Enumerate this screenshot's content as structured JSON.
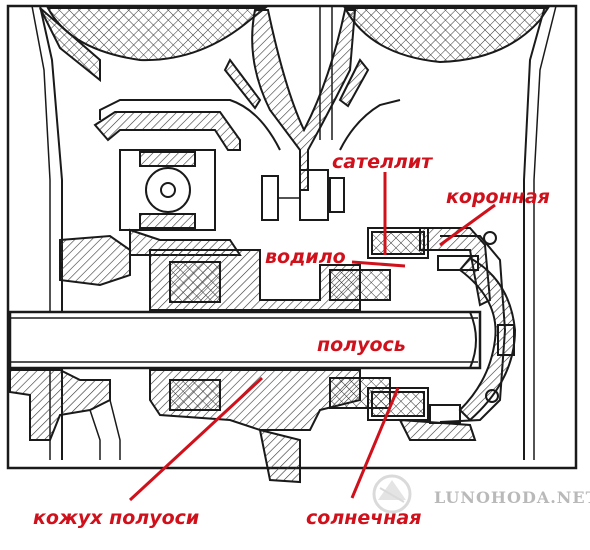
{
  "drawing": {
    "labels": {
      "satellite": "сателлит",
      "ring_gear": "коронная",
      "carrier": "водило",
      "semi_axle": "полуось",
      "axle_housing": "кожух полуоси",
      "sun_gear": "солнечная"
    },
    "watermark": "LUNOHODA.NET",
    "label_color": "#d0101a"
  }
}
